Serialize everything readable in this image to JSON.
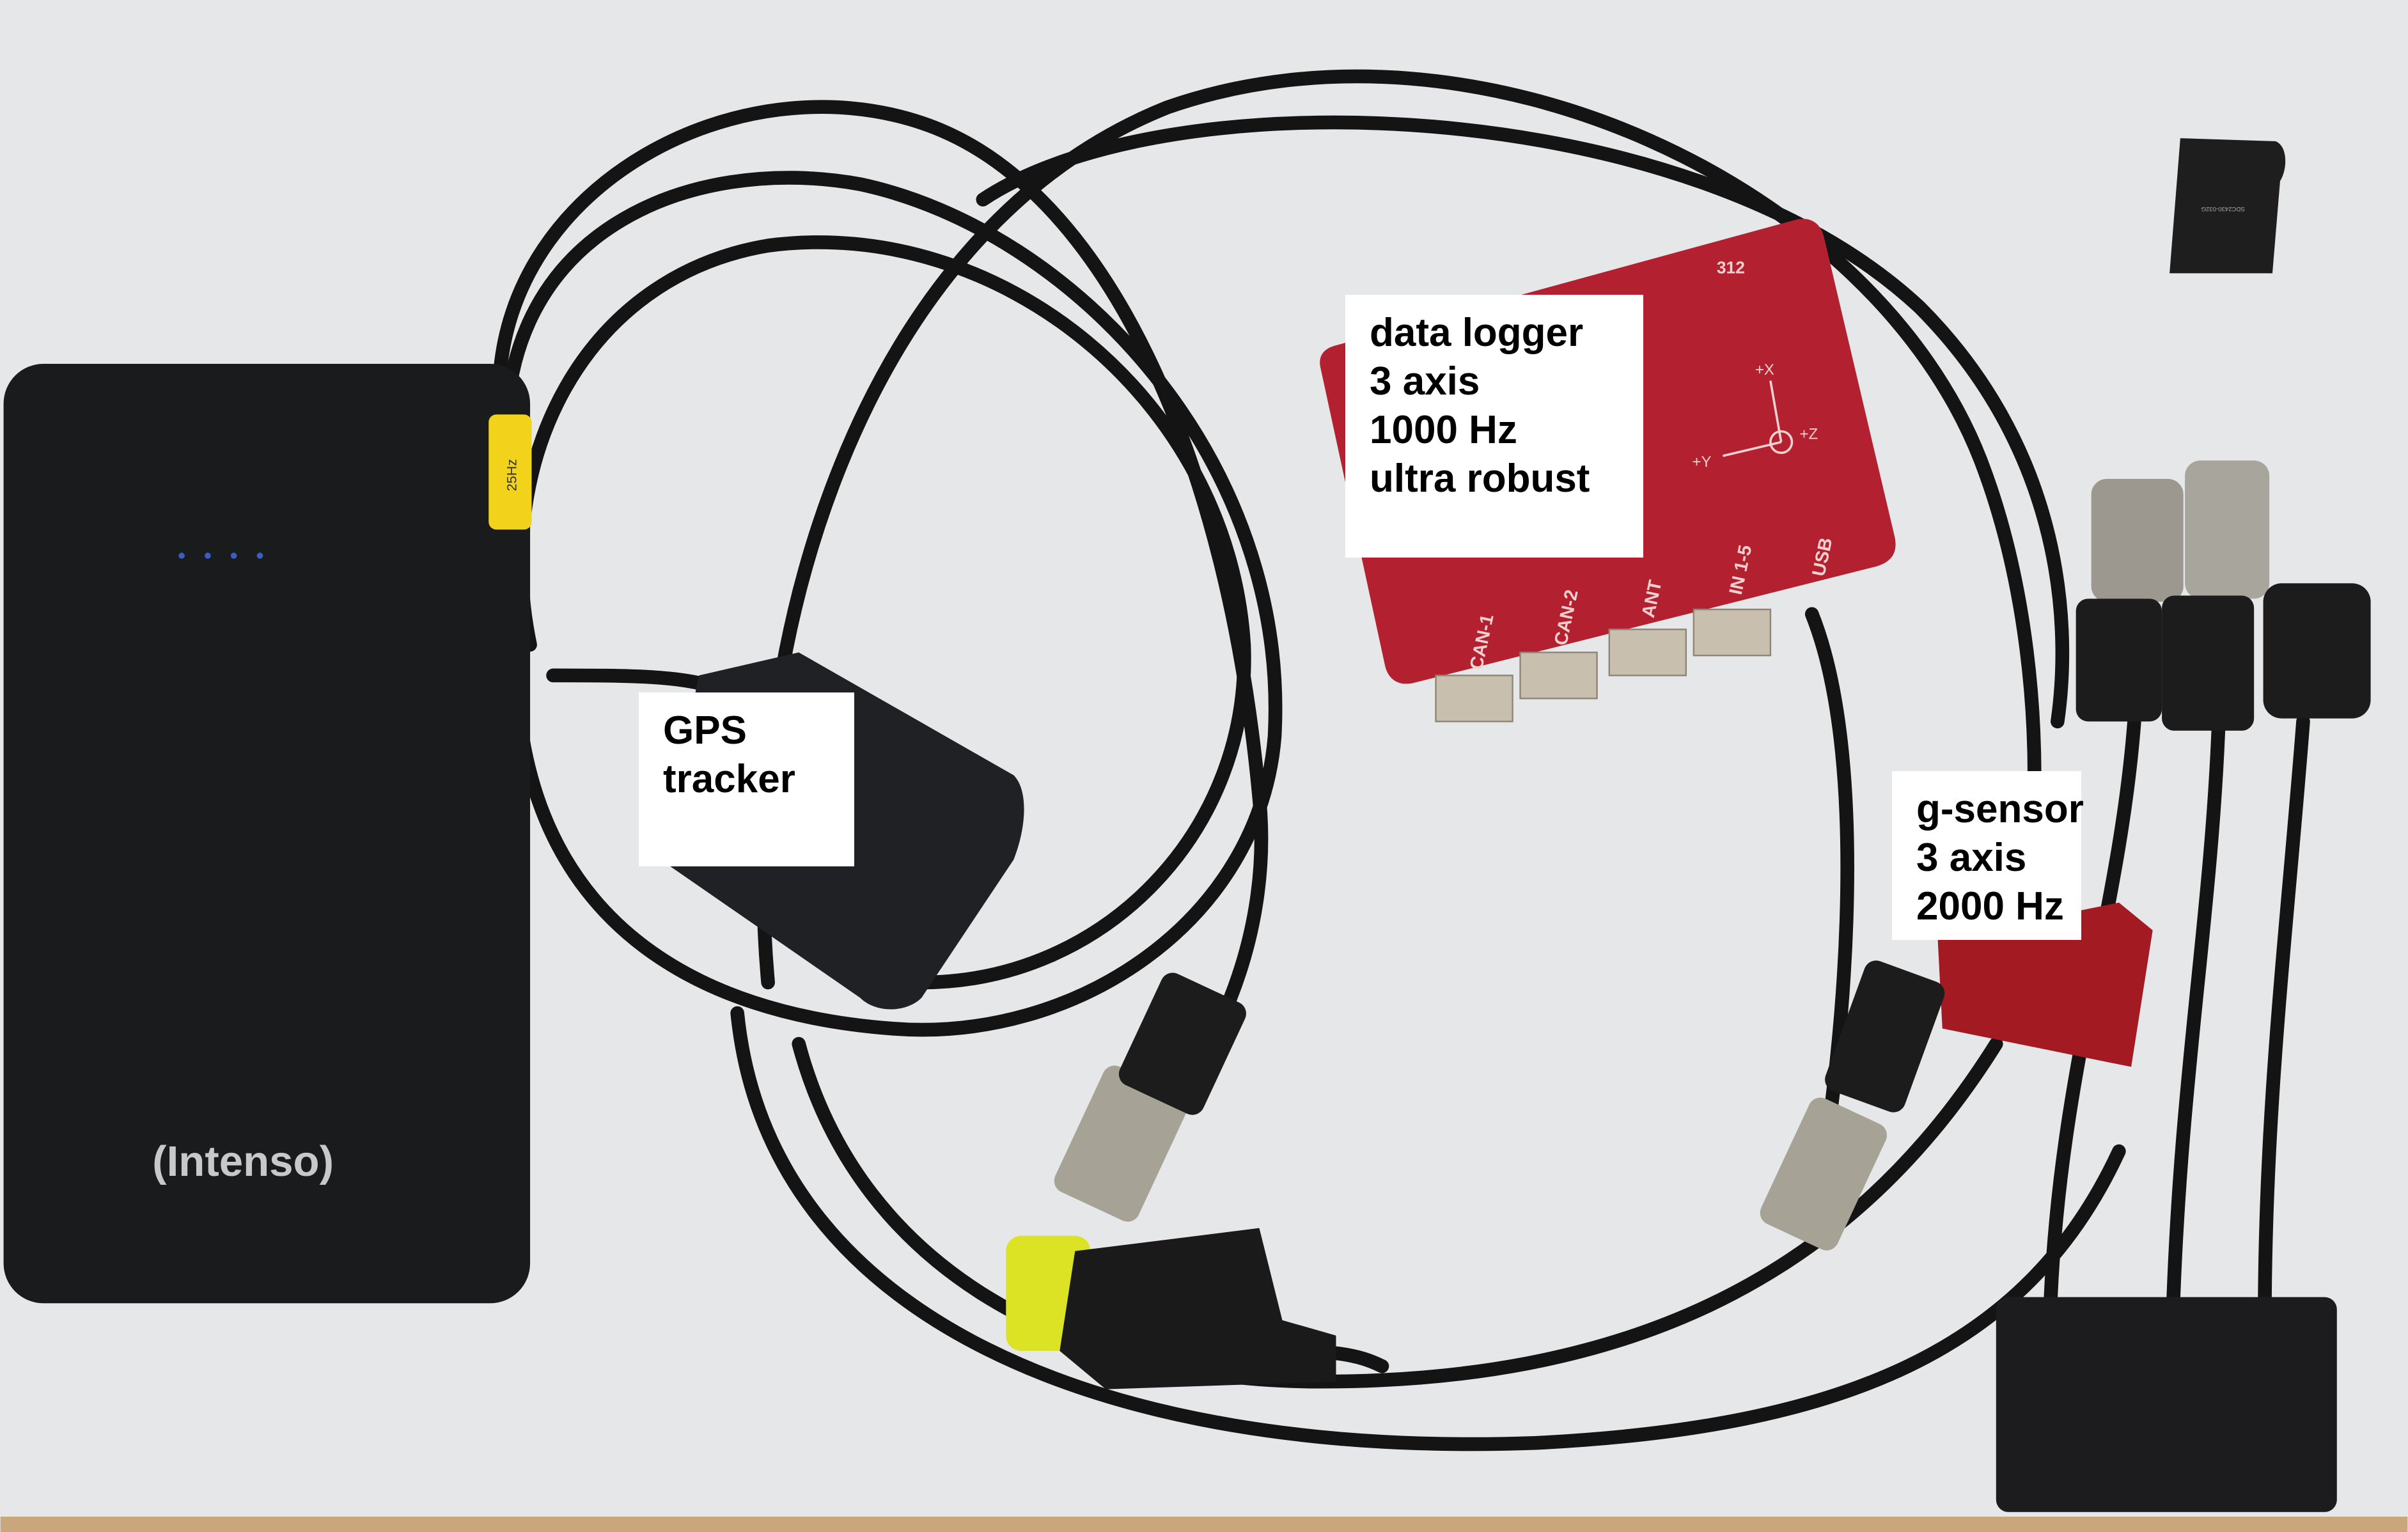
{
  "labels": {
    "data_logger": [
      "data logger",
      "3 axis",
      "1000 Hz",
      "ultra robust"
    ],
    "gps_tracker": [
      "GPS",
      "tracker"
    ],
    "g_sensor": [
      "g-sensor",
      "3 axis",
      "2000 Hz"
    ]
  },
  "device_markings": {
    "power_bank_brand": "(Intenso)",
    "logger_serial": "312",
    "logger_ports": [
      "CAN-1",
      "CAN-2",
      "ANT",
      "IN 1-5",
      "USB"
    ],
    "logger_axes": [
      "+X",
      "+Y",
      "+Z"
    ],
    "cable_tag": "25Hz",
    "usb_stick_model": "SDC2430-032G"
  },
  "colors": {
    "background": "#e6e7e9",
    "logger_red": "#b3202f",
    "cable_black": "#141414",
    "tag_yellow": "#f2d21b"
  }
}
